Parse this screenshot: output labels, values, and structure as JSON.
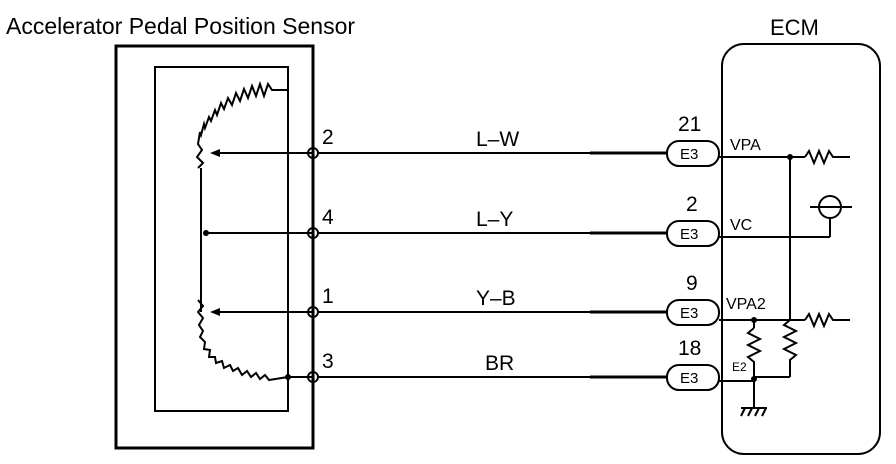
{
  "sensor": {
    "title": "Accelerator Pedal Position Sensor"
  },
  "ecm": {
    "title": "ECM",
    "ground_label": "E2"
  },
  "circuits": [
    {
      "pin": "2",
      "wire_color": "L–W",
      "connector_pin": "21",
      "connector": "E3",
      "terminal": "VPA"
    },
    {
      "pin": "4",
      "wire_color": "L–Y",
      "connector_pin": "2",
      "connector": "E3",
      "terminal": "VC"
    },
    {
      "pin": "1",
      "wire_color": "Y–B",
      "connector_pin": "9",
      "connector": "E3",
      "terminal": "VPA2"
    },
    {
      "pin": "3",
      "wire_color": "BR",
      "connector_pin": "18",
      "connector": "E3",
      "terminal": ""
    }
  ],
  "colors": {
    "line": "#000000",
    "background": "#ffffff"
  }
}
